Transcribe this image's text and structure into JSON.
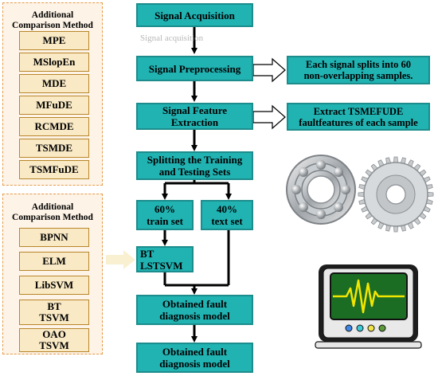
{
  "panel_top": {
    "title": "Additional\nComparison Method",
    "items": [
      "MPE",
      "MSlopEn",
      "MDE",
      "MFuDE",
      "RCMDE",
      "TSMDE",
      "TSMFuDE"
    ]
  },
  "panel_bottom": {
    "title": "Additional\nComparison Method",
    "items": [
      "BPNN",
      "ELM",
      "LibSVM",
      "BT\nTSVM",
      "OAO\nTSVM"
    ]
  },
  "flow": {
    "acquisition": "Signal Acquisition",
    "acquisition_sub": "Signal acquisition",
    "preprocessing": "Signal Preprocessing",
    "feature": "Signal Feature\nExtraction",
    "splitting": "Splitting the Training\nand Testing Sets",
    "train": "60%\ntrain set",
    "test": "40%\ntext set",
    "bt": "BT\nLSTSVM",
    "model1": "Obtained fault\ndiagnosis model",
    "model2": "Obtained fault\ndiagnosis model"
  },
  "notes": {
    "preprocess": "Each signal splits into 60\nnon-overlapping samples.",
    "feature": "Extract TSMEFUDE\nfaultfeatures of each sample"
  },
  "colors": {
    "teal": "#21b2b2",
    "item_fill": "#f9e9c4",
    "panel_fill": "#fdf3e6",
    "panel_border": "#e59a4a"
  },
  "icons": [
    "bearing-image",
    "gear-image",
    "monitor-icon"
  ]
}
